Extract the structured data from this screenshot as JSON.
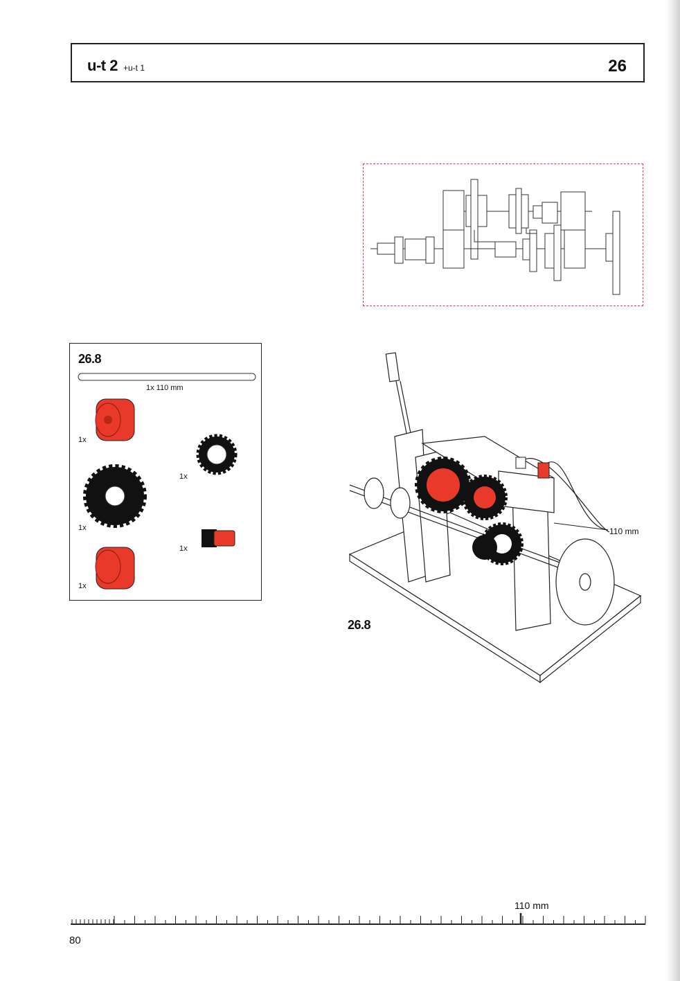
{
  "header": {
    "title": "u-t 2",
    "subtitle": "+u-t 1",
    "page_number": "26"
  },
  "parts_box": {
    "step": "26.8",
    "axle_label": "1x 110 mm",
    "quantities": [
      "1x",
      "1x",
      "1x",
      "1x",
      "1x"
    ]
  },
  "main_illustration": {
    "step_label": "26.8",
    "callout": "110 mm"
  },
  "ruler": {
    "label": "110 mm"
  },
  "footer": {
    "page_number": "80"
  },
  "colors": {
    "accent_red": "#e8392b",
    "dashed_border": "#e03a4a",
    "line": "#222222"
  }
}
